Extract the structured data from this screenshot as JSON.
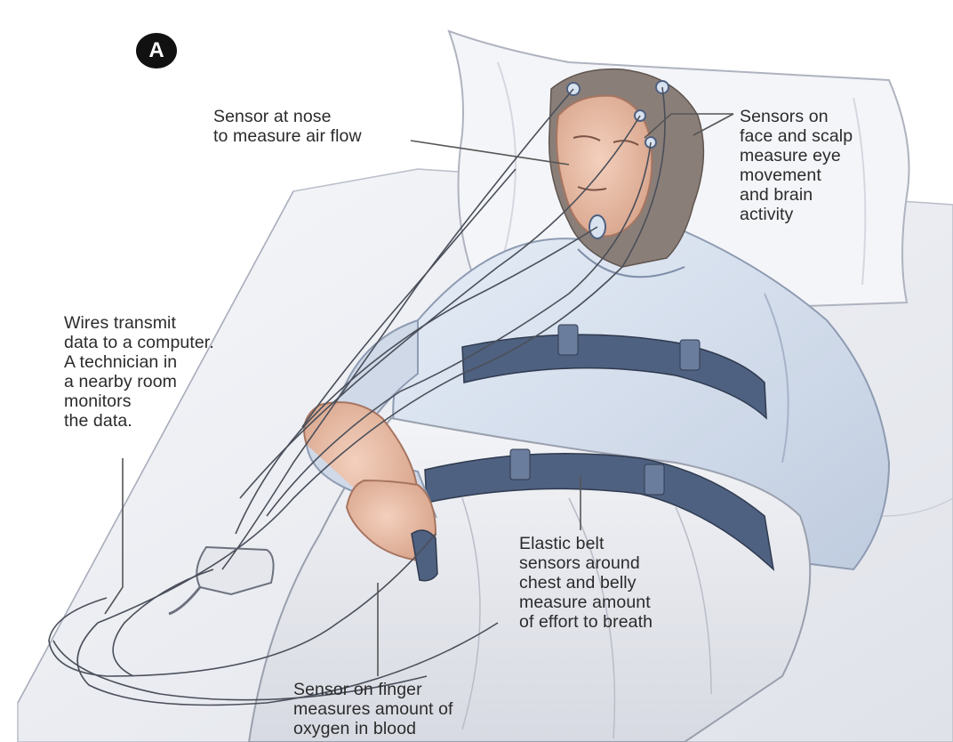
{
  "panel_badge": "A",
  "labels": {
    "nose": "Sensor at nose\nto measure air flow",
    "face": "Sensors on\nface and scalp\nmeasure eye\nmovement\nand brain\nactivity",
    "wires": "Wires transmit\ndata to a computer.\nA technician in\na nearby room\nmonitors\nthe data.",
    "belt": "Elastic belt\nsensors around\nchest and belly\nmeasure amount\nof effort to breath",
    "finger": "Sensor on finger\nmeasures amount of\noxygen in blood"
  },
  "colors": {
    "background": "#ffffff",
    "sheet": "#eef0f4",
    "gown": "#d9e3f0",
    "belt": "#4f6180",
    "skin": "#e8bca5",
    "hair": "#8a7e78",
    "wire": "#4a4f5a",
    "text": "#2b2b2b"
  },
  "icons": {
    "badge": "circle-letter-badge",
    "patient": "sleeping-patient-illustration",
    "sensor_box": "sensor-hub-device"
  }
}
